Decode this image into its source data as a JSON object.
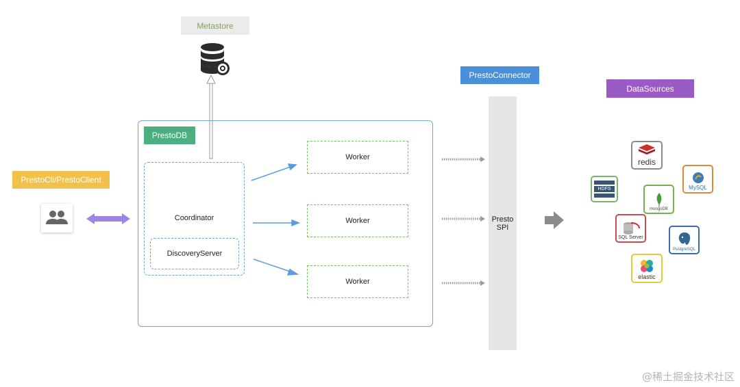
{
  "labels": {
    "metastore": "Metastore",
    "client": "PrestoCli/PrestoClient",
    "prestodb": "PrestoDB",
    "coordinator": "Coordinator",
    "discovery": "DiscoveryServer",
    "workers": [
      "Worker",
      "Worker",
      "Worker"
    ],
    "connector": "PrestoConnector",
    "spi_line1": "Presto",
    "spi_line2": "SPI",
    "datasources": "DataSources",
    "watermark": "@稀土掘金技术社区"
  },
  "datasources": {
    "redis": "redis",
    "mysql": "MySQL",
    "hdfs": "HDFS",
    "mongodb": "mongoDB",
    "sqlserver": "SQL Server",
    "postgresql": "PostgreSQL",
    "elastic": "elastic"
  },
  "colors": {
    "metastore_bg": "#ebebeb",
    "client_bg": "#f2c14c",
    "prestodb_bg": "#4caf7f",
    "connector_bg": "#4a90d9",
    "datasources_bg": "#9b5bc4",
    "spi_bar": "#e6e6e6",
    "frame_border": "#6fa3dc",
    "worker_border": "#7cc263"
  },
  "icons": [
    "database-gear-icon",
    "users-icon",
    "double-arrow-icon",
    "right-arrow-icon"
  ]
}
